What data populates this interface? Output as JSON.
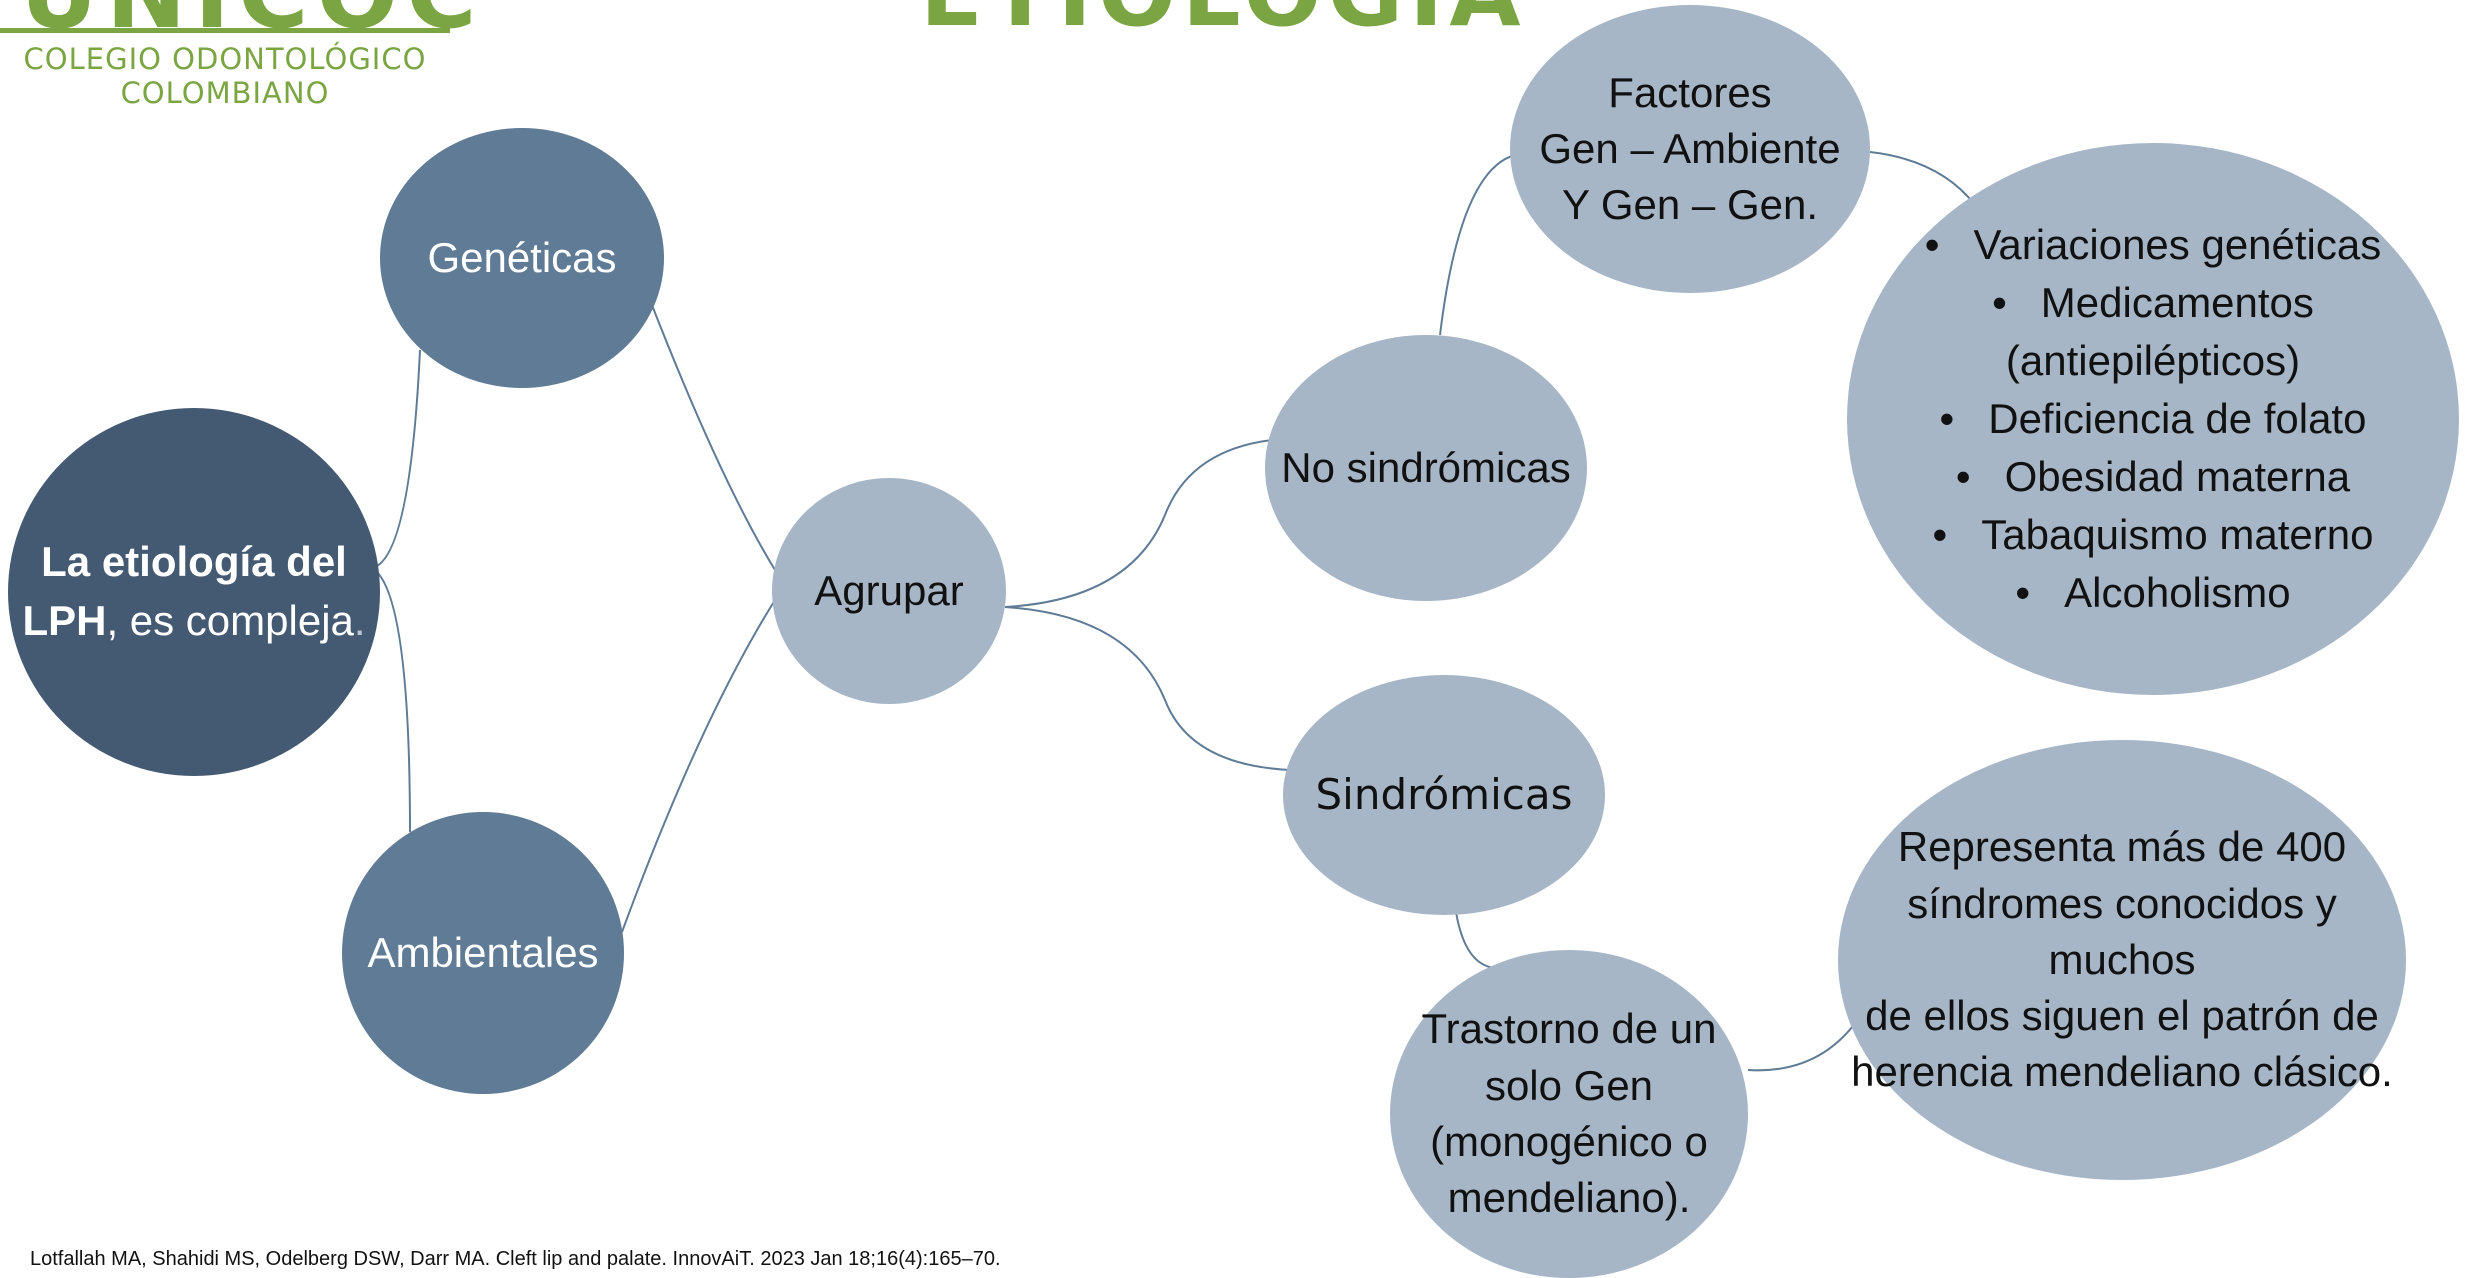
{
  "logo": {
    "brand": "UNICOC",
    "line1": "COLEGIO ODONTOLÓGICO",
    "line2": "COLOMBIANO"
  },
  "title": "ETIOLOGÍA",
  "root": {
    "bold1": "La etiología del",
    "bold2": "LPH",
    "rest": ", es compleja",
    "dot": "."
  },
  "nodes": {
    "geneticas": "Genéticas",
    "ambientales": "Ambientales",
    "agrupar": "Agrupar",
    "no_sindromicas": "No sindrómicas",
    "sindromicas": "Sindrómicas",
    "factores": [
      "Factores",
      "Gen – Ambiente",
      "Y Gen – Gen."
    ],
    "trastorno": [
      "Trastorno de un",
      "solo Gen",
      "(monogénico o",
      "mendeliano)."
    ],
    "representa": [
      "Representa más de 400",
      "síndromes conocidos y muchos",
      "de ellos siguen el patrón de",
      "herencia mendeliano clásico."
    ]
  },
  "bullets": [
    "Variaciones genéticas",
    "Medicamentos",
    "(antiepilépticos)",
    "Deficiencia de folato",
    "Obesidad materna",
    "Tabaquismo materno",
    "Alcoholismo"
  ],
  "reference": "Lotfallah MA, Shahidi MS, Odelberg DSW, Darr MA. Cleft lip and palate. InnovAiT. 2023 Jan 18;16(4):165–70.",
  "colors": {
    "green": "#7aa542",
    "dark_node": "#445a73",
    "mid_node": "#5f7b95",
    "light_node": "#a6b6c7",
    "connector": "#5f7b95"
  }
}
